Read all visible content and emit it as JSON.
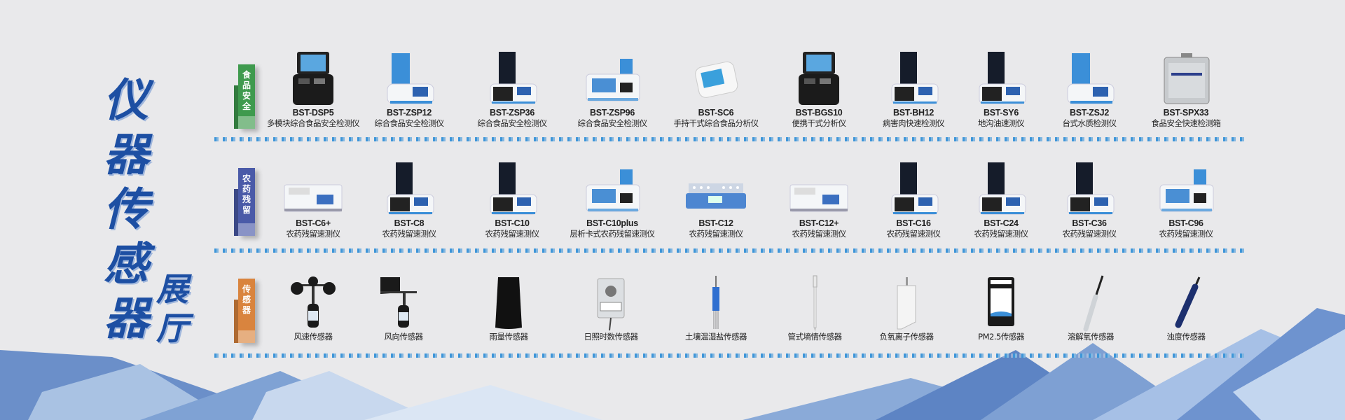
{
  "title": {
    "main": [
      "仪",
      "器",
      "传",
      "感",
      "器"
    ],
    "sub": [
      "展",
      "厅"
    ]
  },
  "colors": {
    "food": "#3f9a4e",
    "pesticide": "#4a5aa8",
    "sensor": "#d9843e",
    "title": "#1d4fa3",
    "dash": "#3d95d8"
  },
  "rows": [
    {
      "tag": [
        "食",
        "品",
        "安",
        "全"
      ],
      "color": "#3f9a4e",
      "items": [
        {
          "model": "BST-DSP5",
          "name": "多模块综合食品安全检测仪",
          "icon": "black-case-icon"
        },
        {
          "model": "BST-ZSP12",
          "name": "综合食品安全检测仪",
          "icon": "analyzer-blue-lid-icon"
        },
        {
          "model": "BST-ZSP36",
          "name": "综合食品安全检测仪",
          "icon": "analyzer-dark-lid-icon"
        },
        {
          "model": "BST-ZSP96",
          "name": "综合食品安全检测仪",
          "icon": "analyzer-flat-icon"
        },
        {
          "model": "BST-SC6",
          "name": "手持干式综合食品分析仪",
          "icon": "handheld-icon"
        },
        {
          "model": "BST-BGS10",
          "name": "便携干式分析仪",
          "icon": "black-case-icon"
        },
        {
          "model": "BST-BH12",
          "name": "病害肉快速检测仪",
          "icon": "analyzer-dark-lid-icon"
        },
        {
          "model": "BST-SY6",
          "name": "地沟油速测仪",
          "icon": "analyzer-dark-lid-icon"
        },
        {
          "model": "BST-ZSJ2",
          "name": "台式水质检测仪",
          "icon": "analyzer-blue-lid-icon"
        },
        {
          "model": "BST-SPX33",
          "name": "食品安全快速检测箱",
          "icon": "silver-case-icon"
        }
      ]
    },
    {
      "tag": [
        "农",
        "药",
        "残",
        "留"
      ],
      "color": "#4a5aa8",
      "items": [
        {
          "model": "BST-C6+",
          "name": "农药残留速测仪",
          "icon": "analyzer-wide-icon"
        },
        {
          "model": "BST-C8",
          "name": "农药残留速测仪",
          "icon": "analyzer-dark-lid-icon"
        },
        {
          "model": "BST-C10",
          "name": "农药残留速测仪",
          "icon": "analyzer-dark-lid-icon"
        },
        {
          "model": "BST-C10plus",
          "name": "层析卡式农药残留速测仪",
          "icon": "analyzer-flat-icon"
        },
        {
          "model": "BST-C12",
          "name": "农药残留速测仪",
          "icon": "multichannel-blue-icon"
        },
        {
          "model": "BST-C12+",
          "name": "农药残留速测仪",
          "icon": "analyzer-wide-icon"
        },
        {
          "model": "BST-C16",
          "name": "农药残留速测仪",
          "icon": "analyzer-dark-lid-icon"
        },
        {
          "model": "BST-C24",
          "name": "农药残留速测仪",
          "icon": "analyzer-dark-lid-icon"
        },
        {
          "model": "BST-C36",
          "name": "农药残留速测仪",
          "icon": "analyzer-dark-lid-icon"
        },
        {
          "model": "BST-C96",
          "name": "农药残留速测仪",
          "icon": "analyzer-flat-icon"
        }
      ]
    },
    {
      "tag": [
        "传",
        "感",
        "器"
      ],
      "color": "#d9843e",
      "items": [
        {
          "name": "风速传感器",
          "icon": "anemometer-icon"
        },
        {
          "name": "风向传感器",
          "icon": "wind-vane-icon"
        },
        {
          "name": "雨量传感器",
          "icon": "rain-gauge-icon"
        },
        {
          "name": "日照时数传感器",
          "icon": "sunshine-sensor-icon"
        },
        {
          "name": "土壤温湿盐传感器",
          "icon": "soil-probe-icon"
        },
        {
          "name": "管式墒情传感器",
          "icon": "tube-probe-icon"
        },
        {
          "name": "负氧离子传感器",
          "icon": "ion-sensor-icon"
        },
        {
          "name": "PM2.5传感器",
          "icon": "pm25-sensor-icon"
        },
        {
          "name": "溶解氧传感器",
          "icon": "do-probe-icon"
        },
        {
          "name": "浊度传感器",
          "icon": "turbidity-probe-icon"
        }
      ]
    }
  ]
}
